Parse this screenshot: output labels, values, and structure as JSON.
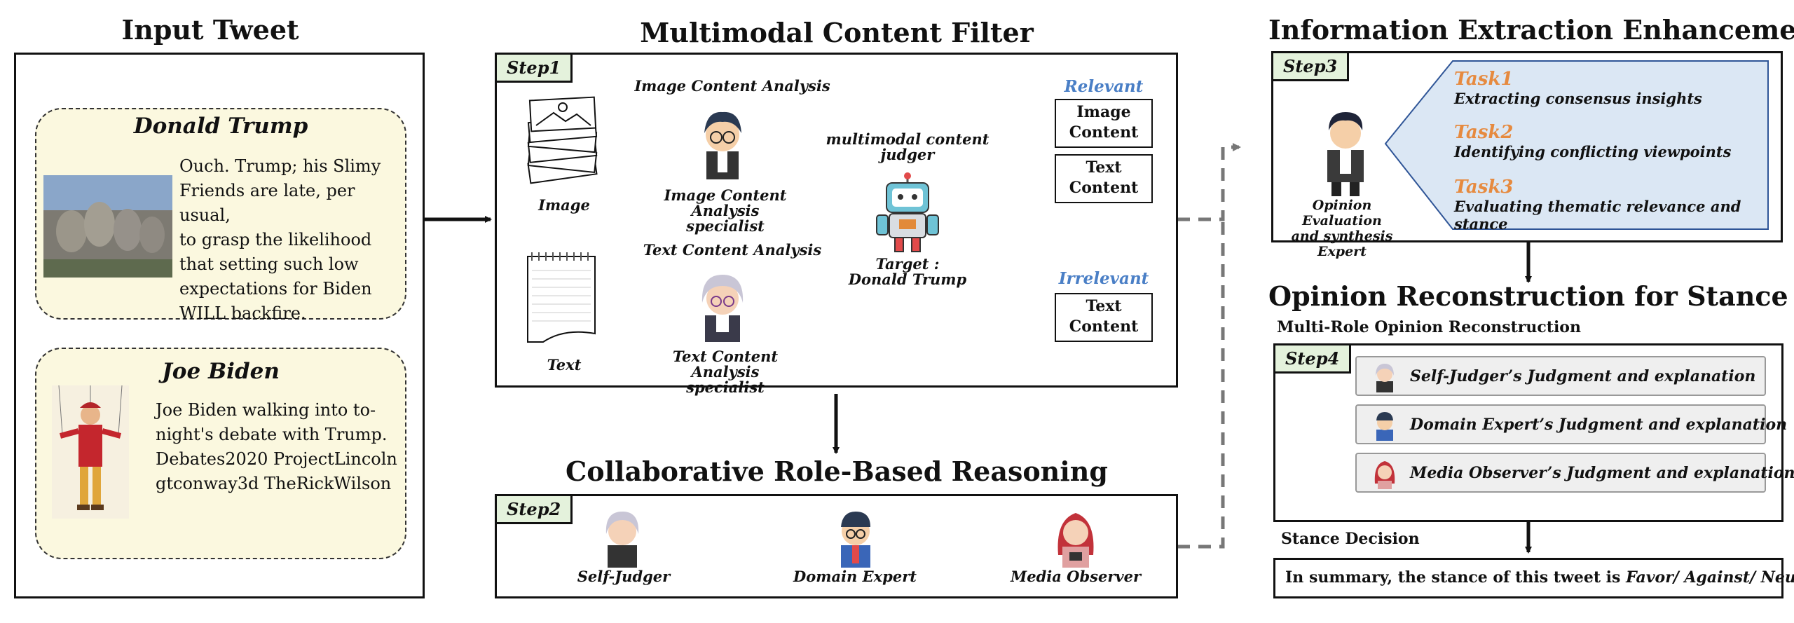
{
  "sections": {
    "input_title": "Input Tweet",
    "filter_title": "Multimodal Content Filter",
    "extraction_title": "Information Extraction Enhancement",
    "reasoning_title": "Collaborative Role-Based Reasoning",
    "reconstruction_title": "Opinion Reconstruction for Stance"
  },
  "tweets": [
    {
      "name": "Donald Trump",
      "text_lines": [
        "Ouch. Trump; his Slimy",
        "Friends are late, per usual,",
        "to grasp  the likelihood",
        "that setting such low",
        "expectations  for Biden",
        "WILL backfire."
      ]
    },
    {
      "name": "Joe Biden",
      "text_lines": [
        "Joe Biden walking into to-",
        "night's debate with Trump.",
        "Debates2020 ProjectLincoln",
        "gtconway3d TheRickWilson"
      ]
    }
  ],
  "filter": {
    "step": "Step1",
    "image_analysis_title": "Image Content Analysis",
    "text_analysis_title": "Text Content Analysis",
    "image_label": "Image",
    "text_label": "Text",
    "image_specialist": [
      "Image Content",
      "Analysis specialist"
    ],
    "text_specialist": [
      "Text Content",
      "Analysis specialist"
    ],
    "judger_label": [
      "multimodal content",
      "judger"
    ],
    "target_label": [
      "Target :",
      "Donald Trump"
    ],
    "relevant": "Relevant",
    "irrelevant": "Irrelevant",
    "relevant_boxes": [
      [
        "Image",
        "Content"
      ],
      [
        "Text",
        "Content"
      ]
    ],
    "irrelevant_boxes": [
      [
        "Text",
        "Content"
      ]
    ]
  },
  "reasoning": {
    "step": "Step2",
    "roles": [
      "Self-Judger",
      "Domain Expert",
      "Media Observer"
    ]
  },
  "extraction": {
    "step": "Step3",
    "expert": [
      "Opinion Evaluation",
      "and synthesis  Expert"
    ],
    "tasks": [
      {
        "title": "Task1",
        "desc": "Extracting consensus insights"
      },
      {
        "title": "Task2",
        "desc": "Identifying conflicting viewpoints"
      },
      {
        "title": "Task3",
        "desc": "Evaluating thematic relevance and stance"
      }
    ]
  },
  "reconstruction": {
    "subtitle": "Multi-Role Opinion Reconstruction",
    "step": "Step4",
    "judgments": [
      "Self-Judger’s Judgment and explanation",
      "Domain Expert’s Judgment and explanation",
      "Media Observer’s Judgment and explanation"
    ],
    "decision_label": "Stance Decision",
    "decision_prefix": "In summary, the stance of this tweet is ",
    "decision_options": "Favor/ Against/ Neutral."
  }
}
